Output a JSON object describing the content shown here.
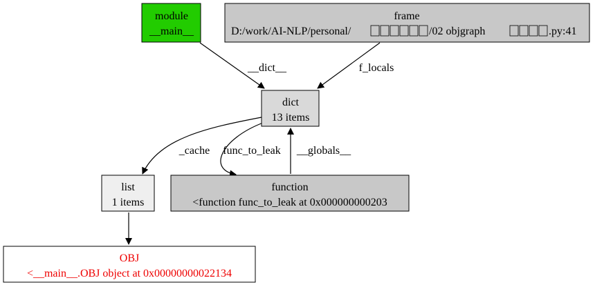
{
  "graph": {
    "nodes": {
      "module": {
        "line1": "module",
        "line2": "__main__",
        "fill": "#22cc00"
      },
      "frame": {
        "title": "frame",
        "path_prefix": "D:/work/AI-NLP/personal/",
        "path_mid": "/02   objgraph",
        "path_suffix": ".py:41",
        "fill": "#c8c8c8"
      },
      "dict": {
        "line1": "dict",
        "line2": "13 items",
        "fill": "#d9d9d9"
      },
      "list": {
        "line1": "list",
        "line2": "1 items",
        "fill": "#efefef"
      },
      "function": {
        "line1": "function",
        "line2": "<function func_to_leak at 0x000000000203",
        "fill": "#c8c8c8"
      },
      "obj": {
        "line1": "OBJ",
        "line2": "<__main__.OBJ object at 0x00000000022134",
        "fill": "#ffffff",
        "text_color": "#ee0000"
      }
    },
    "edges": {
      "module_dict": "__dict__",
      "frame_dict": "f_locals",
      "dict_list": "_cache",
      "dict_function": "func_to_leak",
      "function_dict": "__globals__"
    }
  }
}
